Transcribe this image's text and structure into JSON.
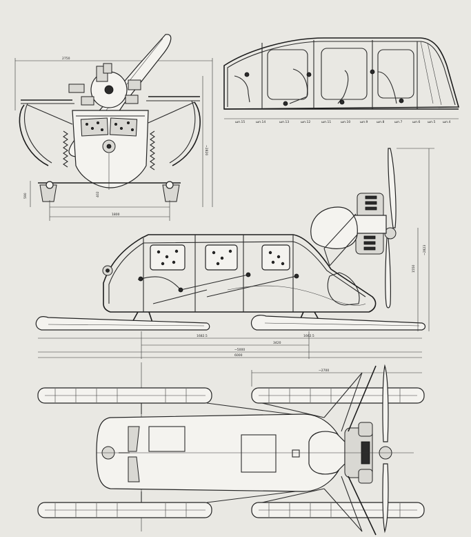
{
  "front_view": {
    "dim_top": "2750",
    "dim_height": "~2820",
    "dim_track": "1800",
    "dim_ski_height": "590",
    "dim_small": "402"
  },
  "top_right_view": {
    "station_labels": [
      "шп.15",
      "шп.14",
      "шп.13",
      "шп.12",
      "шп.11",
      "шп.10",
      "шп.9",
      "шп.8",
      "шп.7",
      "шп.6",
      "шп.5",
      "шп.4"
    ]
  },
  "side_view": {
    "dim_front_ski": "1682.5",
    "dim_rear_ski": "1662.5",
    "dim_wheelbase": "3420",
    "dim_overall_a": "~5000",
    "dim_overall_b": "6000",
    "dim_prop_height": "1550",
    "dim_total_height": "~2823"
  },
  "plan_view": {
    "dim_rear_track": "~2700"
  }
}
